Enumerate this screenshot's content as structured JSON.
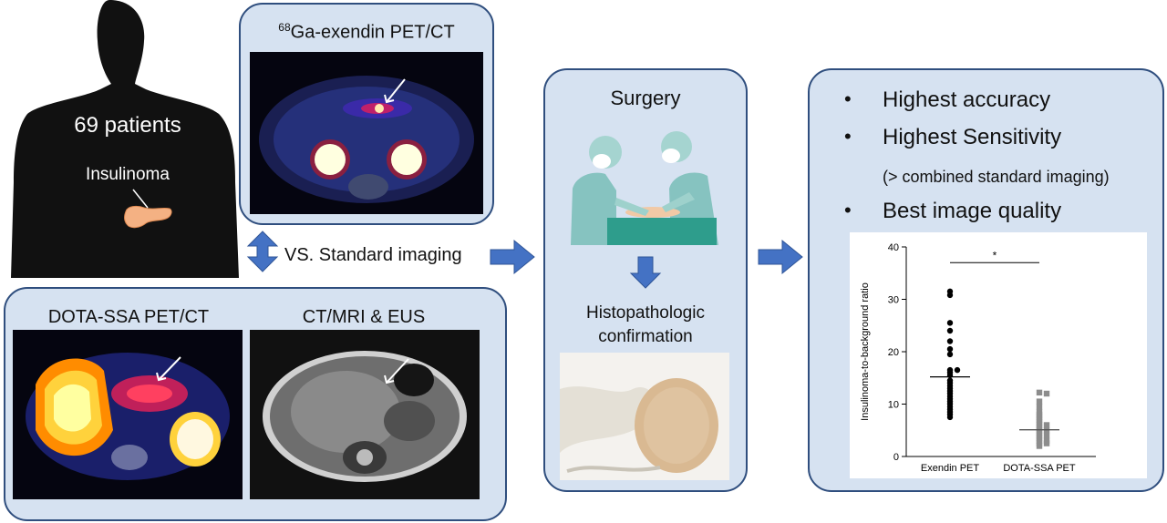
{
  "patient": {
    "count_label": "69 patients",
    "tumor_label": "Insulinoma"
  },
  "exendin": {
    "title_sup": "68",
    "title_main": "Ga-exendin PET/CT"
  },
  "comparison": {
    "label": "VS. Standard imaging"
  },
  "standard": {
    "dota_title": "DOTA-SSA PET/CT",
    "ctmri_title": "CT/MRI & EUS"
  },
  "surgery": {
    "title": "Surgery",
    "histo_line1": "Histopathologic",
    "histo_line2": "confirmation"
  },
  "results": {
    "bullet_symbol": "•",
    "items": [
      "Highest accuracy",
      "Highest Sensitivity",
      "(> combined standard imaging)",
      "Best image quality"
    ]
  },
  "colors": {
    "panel_fill": "#d6e2f1",
    "panel_border": "#2f4e7e",
    "arrow_blue": "#4472c4",
    "silhouette": "#111111",
    "pancreas": "#f4b183"
  },
  "chart_data": {
    "type": "scatter",
    "categories": [
      "Exendin PET",
      "DOTA-SSA PET"
    ],
    "ylabel": "Insulinoma-to-background ratio",
    "ylim": [
      0,
      40
    ],
    "yticks": [
      0,
      10,
      20,
      30,
      40
    ],
    "significance": "*",
    "series": [
      {
        "marker": "circle",
        "color": "#000000",
        "mean": 15.2,
        "values": [
          31.5,
          30.8,
          25.5,
          24.0,
          22.0,
          20.5,
          19.5,
          16.5,
          16.5,
          16.0,
          15.5,
          14.5,
          14.0,
          13.5,
          13.0,
          12.5,
          12.0,
          11.5,
          11.0,
          10.5,
          10.0,
          9.5,
          9.0,
          8.5,
          8.0,
          7.5
        ]
      },
      {
        "marker": "square",
        "color": "#8c8c8c",
        "mean": 5.1,
        "values": [
          12.2,
          12.0,
          10.5,
          9.5,
          8.5,
          8.0,
          7.5,
          7.0,
          6.5,
          6.0,
          6.0,
          5.5,
          5.0,
          5.0,
          4.5,
          4.0,
          4.0,
          3.5,
          3.0,
          3.0,
          2.5,
          2.5,
          2.0
        ]
      }
    ]
  }
}
